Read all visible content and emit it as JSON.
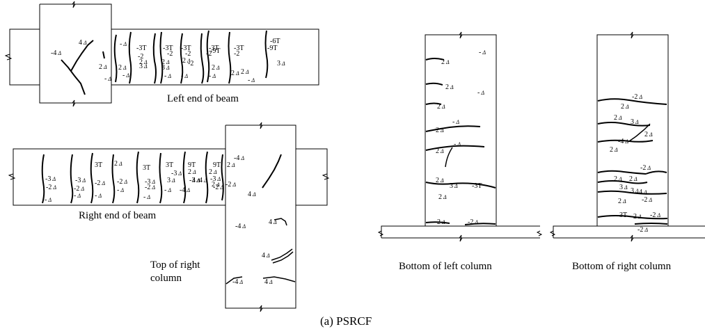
{
  "figure_caption": "(a) PSRCF",
  "panel_captions": {
    "left_end_of_beam": "Left end of beam",
    "right_end_of_beam": "Right end of beam",
    "top_of_right_column": "Top of right column",
    "bottom_of_left_column": "Bottom of left column",
    "bottom_of_right_column": "Bottom of right column"
  },
  "delta_symbol": "Δ",
  "crack_labels": {
    "left_end_of_beam": [
      "4",
      "-4",
      "-",
      "-3T",
      "-3T",
      "-3T",
      "-3T",
      "-3T",
      "-6T",
      "-9T",
      "-9T",
      "-2",
      "-2",
      "-2",
      "-2",
      "-2",
      "-2",
      "3",
      "3",
      "3",
      "2",
      "2",
      "2",
      "2",
      "2",
      "2",
      "2",
      "2",
      "-",
      "-",
      "-",
      "-",
      "-",
      "-"
    ],
    "right_end_of_beam": [
      "3T",
      "3T",
      "3T",
      "9T",
      "9T",
      "2",
      "2",
      "2",
      "2",
      "2",
      "-3",
      "-3",
      "-3",
      "-3",
      "-3",
      "-3",
      "-2",
      "-2",
      "-2",
      "-2",
      "-2",
      "-2",
      "-2",
      "-",
      "-",
      "-",
      "-",
      "-",
      "-",
      "-4",
      "-4",
      "4",
      "3",
      "4"
    ],
    "top_of_right_column": [
      "-4",
      "4",
      "4",
      "4",
      "4",
      "-4"
    ],
    "bottom_of_left_column": [
      "2",
      "2",
      "2",
      "2",
      "2",
      "2",
      "2",
      "2",
      "-2",
      "-",
      "-",
      "-",
      "-",
      "3",
      "-3T"
    ],
    "bottom_of_right_column": [
      "-2",
      "2",
      "2",
      "3",
      "-4",
      "2",
      "2",
      "-2",
      "2",
      "2",
      "3",
      "3",
      "4",
      "2",
      "-2",
      "3T",
      "2",
      "-2",
      "-2"
    ]
  }
}
